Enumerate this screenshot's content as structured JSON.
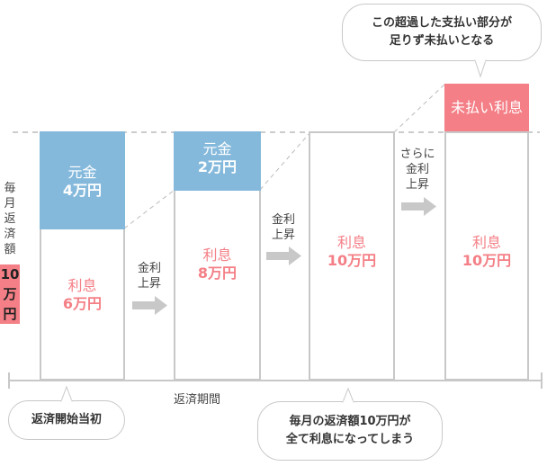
{
  "left_label": {
    "vertical": [
      "毎",
      "月",
      "返",
      "済",
      "額"
    ],
    "amount": [
      "10",
      "万",
      "円"
    ]
  },
  "bars": [
    {
      "principal_label": "元金",
      "principal_value": "4万円",
      "interest_label": "利息",
      "interest_value": "6万円"
    },
    {
      "principal_label": "元金",
      "principal_value": "2万円",
      "interest_label": "利息",
      "interest_value": "8万円"
    },
    {
      "interest_label": "利息",
      "interest_value": "10万円"
    },
    {
      "unpaid_label": "未払い利息",
      "interest_label": "利息",
      "interest_value": "10万円"
    }
  ],
  "steps": [
    {
      "lines": [
        "金利",
        "上昇"
      ]
    },
    {
      "lines": [
        "金利",
        "上昇"
      ]
    },
    {
      "lines": [
        "さらに",
        "金利",
        "上昇"
      ]
    }
  ],
  "callouts": {
    "top": [
      "この超過した支払い部分が",
      "足りず未払いとなる"
    ],
    "start": [
      "返済開始当初"
    ],
    "bottom": [
      "毎月の返済額10万円が",
      "全て利息になってしまう"
    ]
  },
  "timeline": {
    "label": "返済期間"
  },
  "colors": {
    "principal": "#85b9dc",
    "interest": "#f47f86",
    "border": "#c8c8c8"
  }
}
